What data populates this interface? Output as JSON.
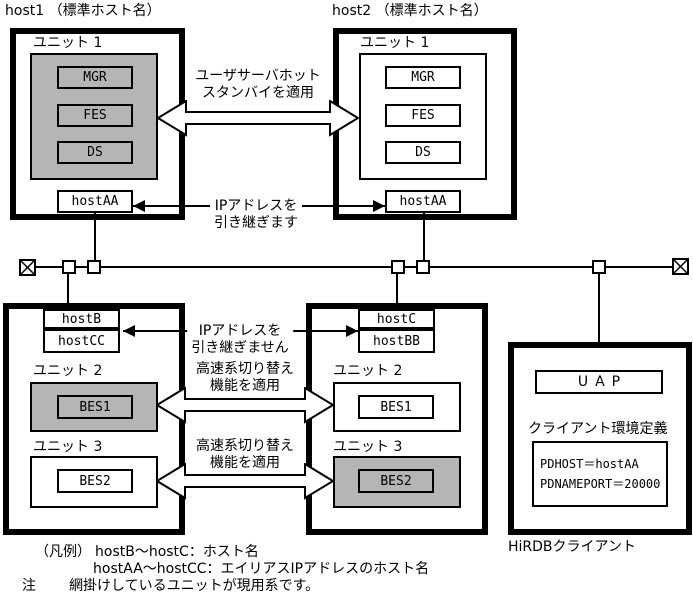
{
  "colors": {
    "shaded_unit": "#b5b5b5",
    "line": "#000000",
    "background": "#ffffff"
  },
  "host1": {
    "title": "host1 （標準ホスト名）",
    "unit_label": "ユニット 1",
    "servers": [
      "MGR",
      "FES",
      "DS"
    ],
    "alias_host": "hostAA"
  },
  "host2": {
    "title": "host2 （標準ホスト名）",
    "unit_label": "ユニット 1",
    "servers": [
      "MGR",
      "FES",
      "DS"
    ],
    "alias_host": "hostAA"
  },
  "host_b": {
    "hostname": "hostB",
    "alias_host": "hostCC",
    "unit2_label": "ユニット 2",
    "unit2_server": "BES1",
    "unit3_label": "ユニット 3",
    "unit3_server": "BES2"
  },
  "host_c": {
    "hostname": "hostC",
    "alias_host": "hostBB",
    "unit2_label": "ユニット 2",
    "unit2_server": "BES1",
    "unit3_label": "ユニット 3",
    "unit3_server": "BES2"
  },
  "annotations": {
    "hot_standby": {
      "line1": "ユーザサーバホット",
      "line2": "スタンバイを適用"
    },
    "ip_takeover": {
      "line1": "IPアドレスを",
      "line2": "引き継ぎます"
    },
    "ip_no_takeover": {
      "line1": "IPアドレスを",
      "line2": "引き継ぎません"
    },
    "fast_switch": {
      "line1": "高速系切り替え",
      "line2": "機能を適用"
    }
  },
  "client": {
    "uap": "UAP",
    "env_title": "クライアント環境定義",
    "env_lines": [
      "PDHOST＝hostAA",
      "PDNAMEPORT＝20000"
    ],
    "caption": "HiRDBクライアント"
  },
  "legend": {
    "label": "（凡例）",
    "line1": "hostB〜hostC：ホスト名",
    "line2": "hostAA〜hostCC：エイリアスIPアドレスのホスト名",
    "note_label": "注",
    "note": "網掛けしているユニットが現用系です。"
  }
}
